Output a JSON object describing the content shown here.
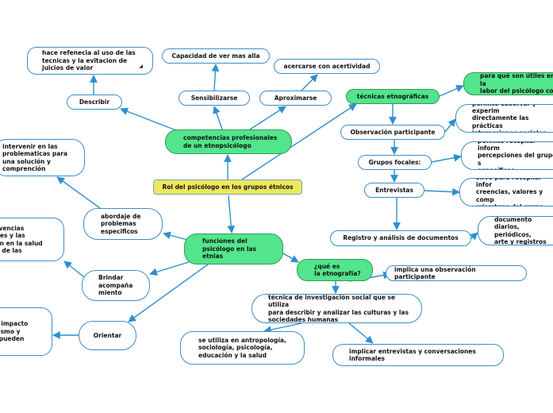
{
  "central": "Rol del psicólogo en los grupos étnicos",
  "competencias": {
    "title": "competencias profesionales\nde un etnopsicólogo",
    "describir": "Describir",
    "describir_desc": "hace refenecia al uso de las\ntecnicas y la evitacion de\njuicios de valor",
    "sensibilizarse": "Sensibilizarse",
    "sensibilizarse_desc": "Capacidad de ver mas alla",
    "aproximarse": "Aproximarse",
    "aproximarse_desc": "acercarse con acertividad"
  },
  "funciones": {
    "title": "funciones del\npsicólogo en las\netnias",
    "abordaje": "abordaje de\nproblemas\nespecificos",
    "abordaje_desc": "intervenir en las\nproblematicas para\nuna solución y\ncomprención",
    "brindar": "Brindar\nacompaña\nmiento",
    "brindar_desc": "vivencias\nores y las\ntan en la salud\nar de las",
    "orientar": "Orientar",
    "orientar_desc": "el impacto\nicismo y\ne pueden"
  },
  "tecnicas": {
    "title": "técnicas etnográficas",
    "title_desc": "para qué son útiles en la\nlabor del psicólogo con",
    "observacion": "Observación participante",
    "observacion_desc": "permite observar y experim\ndirectamente las prácticas\ninteracciones sociales.",
    "grupos": "Grupos focales:",
    "grupos_desc": "permite recopilar inform\npercepciones del grupo s\nespecíficos.",
    "entrevistas": "Entrevistas",
    "entrevistas_desc": "sirve para recopilar infor\ncreencias, valores y comp\nmiembros del grupo.",
    "registro": "Registro y análisis de documentos",
    "registro_desc": "analizar documento\ndiarios, periódicos,\narte y registros gub"
  },
  "etnografia": {
    "title": "¿qué es\nla etnografía?",
    "definicion": "técnica de investigación social que se utiliza\npara describir y analizar las culturas y las\nsociedades humanas",
    "observacion": "implica una observación participante",
    "uso": "se utiliza en antropología,\nsociología, psicología,\neducación y la salud",
    "entrevistas": "implicar entrevistas y conversaciones\ninformales"
  },
  "colors": {
    "line": "#2e8fd0",
    "green": "#52e58c",
    "yellow": "#ece85d",
    "border": "#3a8fc9"
  }
}
